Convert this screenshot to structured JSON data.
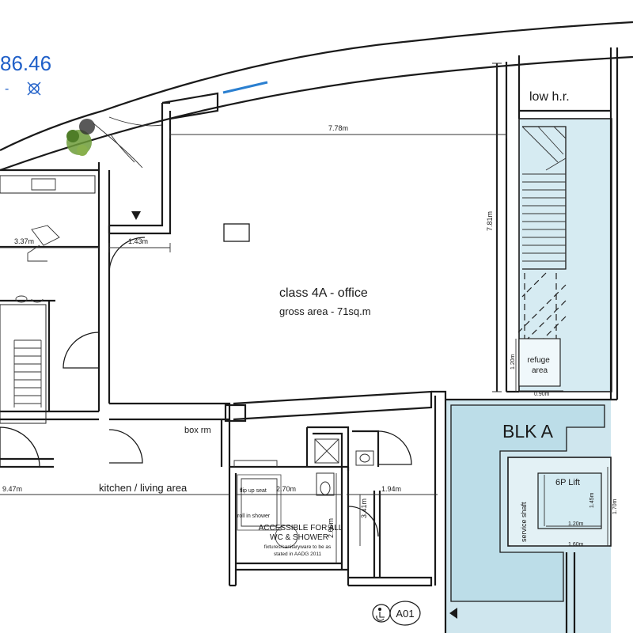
{
  "level_marker": {
    "value": "86.46",
    "color": "#1f5fc8"
  },
  "rooms": {
    "office_name": "class 4A - office",
    "office_area": "gross area - 71sq.m",
    "low_headroom": "low h.r.",
    "refuge": "refuge area",
    "block": "BLK A",
    "lift": "6P Lift",
    "service_shaft": "service shaft",
    "box_room": "box rm",
    "kitchen": "kitchen / living area",
    "wc_title": "ACCESSIBLE FOR ALL",
    "wc_subtitle": "WC & SHOWER",
    "wc_note_1": "fixtures/sanitaryware to be as",
    "wc_note_2": "stated in AADG 2011",
    "step_up_seat": "flip up seat",
    "roll_in_shower": "roll in shower"
  },
  "dimensions": {
    "office_width": "7.78m",
    "office_depth": "7.81m",
    "entry_width": "1.43m",
    "bedroom_width": "3.37m",
    "kitchen_width": "9.47m",
    "wc_width": "2.70m",
    "wc_depth": "2.60m",
    "hall_width": "1.94m",
    "hall_depth": "3.41m",
    "refuge_depth": "1.20m",
    "refuge_width": "0.90m",
    "lift_inner_depth": "1.45m",
    "lift_inner_width": "1.20m",
    "lift_outer_depth": "1.70m",
    "lift_outer_width": "1.60m"
  },
  "tags": {
    "section_ref": "A01"
  },
  "colors": {
    "core_fill": "#cfe6ee",
    "core_fill_light": "#e3f1f5"
  }
}
